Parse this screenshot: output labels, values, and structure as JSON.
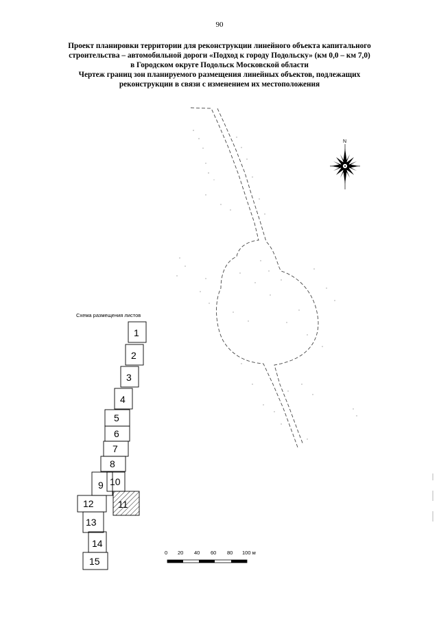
{
  "page_number": "90",
  "title_lines": [
    "Проект планировки территории для реконструкции линейного объекта капитального",
    "строительства – автомобильной дороги «Подход к городу Подольску» (км 0,0 – км 7,0)",
    "в Городском округе Подольск Московской области",
    "Чертеж границ зон планируемого размещения линейных объектов, подлежащих",
    "реконструкции в связи с изменением их местоположения"
  ],
  "compass": {
    "north_label": "N"
  },
  "sheet_layout": {
    "caption": "Схема размещения листов",
    "sheets": [
      "1",
      "2",
      "3",
      "4",
      "5",
      "6",
      "7",
      "8",
      "9",
      "10",
      "11",
      "12",
      "13",
      "14",
      "15"
    ],
    "hatched_sheet": "11"
  },
  "scale_bar": {
    "labels": [
      "0",
      "20",
      "40",
      "60",
      "80",
      "100 м"
    ]
  }
}
